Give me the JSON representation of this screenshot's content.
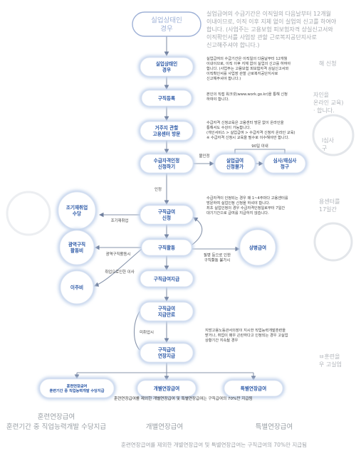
{
  "nodes": {
    "ghost_unemployed": "실업상태인\n경우",
    "unemployed": "실업상태인\n경우",
    "job_reg": "구직등록",
    "visit_center": "거주지 관할\n고용센터 방문",
    "apply_cert": "수급자격인정\n신청하기",
    "unpaid": "실업급여\n신청불가",
    "review": "심사/재심사\n청구",
    "job_bonus": "조기재취업\n수당",
    "wide_area": "광역구직\n활동비",
    "moving": "이주비",
    "benefit_apply": "구직급여\n신청",
    "job_search": "구직활동",
    "sickness": "상병급여",
    "benefit_pay": "구직급여지급",
    "benefit_end": "구직급여\n지급만료",
    "benefit_ext": "구직급여\n연장지급",
    "train_ext": "훈련연장급여\n훈련기간 중 직업능력개발 수당지급",
    "individual_ext": "개별연장급여",
    "special_ext": "특별연장급여"
  },
  "labels": {
    "not_approved": "불인정",
    "within_90": "90일 이내",
    "approved": "인정",
    "reemployed": "조기재취업",
    "wide_area_job": "광역구직활동시",
    "moving_job": "취업으로인한 이사",
    "sickness_cond": "질병 등으로 인한\n구직활동 불가시",
    "not_found": "미취업시"
  },
  "notes": {
    "ghost_top": "실업급여의 수급기간은 이직일의 다음날부터 12개월\n이내이므로, 이직 이후 지체 없이 실업의 신고를 하여야\n합니다. (사업주는 고용보험 피보험자격 상실신고서와\n이직확인서를 사업장 관할 근로복지공단지사로\n신고해주셔야 합니다.)",
    "n1": "실업급여의 수급기간은 이직일의 다음날부터 12개월\n이내이므로, 이직 이후 지체 없이 실업의 신고를 하여야\n합니다. (사업주는 고용보험 피보험자격 상실신고서와\n이직확인서를 사업장 관할 근로복지공단지사로\n신고해주셔야 합니다.)",
    "n2": "본인의 직접 워크넷(www.work.go.kr)을 통해 신청\n하여야 합니다.",
    "n3": "수급자격 신청교육은 고용센터 방문 없이 온라인을\n통해서도 수강이 가능합니다.\n(개인서비스 > 실업급여 > 수급자격 신청자 온라인 교육)\n※ 수급자격 신청시 교육을 필수로 이수해야만 합니다.",
    "n4": "수급자격이 인정되는 경우 매 1~4주마다 고용센터를\n방문하여 실업인정 신청을 하셔야 합니다.\n최초 실업인정의 경우 수급자격인정일로부터 7일간\n대기기간으로 급여를 지급하지 않습니다.",
    "n5": "지방고용노동관서의장이 지시한 직업능력개발훈련을\n받거나, 취업이 매우 곤란하다고 인정되는 경우 고실업\n상황기간 지속될 경우",
    "foot": "훈련연장급여를 제외한 개별연장급여 및 특별연장급여는 구직급여의 70%만 지급됨",
    "side1": "해 신청",
    "side2": "자인을\n온라인 교육)\n· 합니다.",
    "side3": "l심사\n구",
    "side4": "용센터를\n 17일간",
    "side5": "ㅂ훈련을\n우 고실업",
    "bottom_train": "훈련연장급여\n훈련기간 중 직업능력개발 수당지급",
    "bottom_individual": "개별연장급여",
    "bottom_special": "특별연장급여",
    "bottom_foot": "훈련연장급여를 제외한 개별연장급여 및 특별연장급여는 구직급여의 70%만 지급됨"
  },
  "colors": {
    "blue": "#2b58a6",
    "blue_soft": "#9db0d6",
    "glow": "#c4d4ec",
    "arrow": "#6f7f9e",
    "line": "#8794ab"
  }
}
